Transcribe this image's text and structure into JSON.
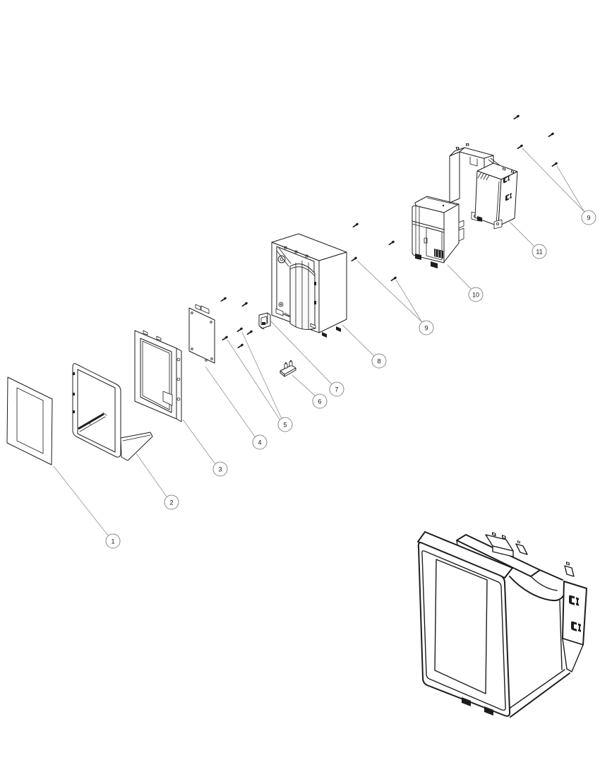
{
  "diagram": {
    "type": "exploded-view-parts-diagram",
    "background_color": "#ffffff",
    "line_color": "#1d1d1d",
    "leader_color": "#9a9a9a",
    "callout_stroke_color": "#8a8a8a",
    "parts": [
      {
        "number": "1",
        "name": "front-glass-panel"
      },
      {
        "number": "2",
        "name": "bezel-gasket-frame"
      },
      {
        "number": "3",
        "name": "display-mounting-frame"
      },
      {
        "number": "4",
        "name": "circuit-board"
      },
      {
        "number": "5",
        "name": "small-screws"
      },
      {
        "number": "6",
        "name": "small-bracket"
      },
      {
        "number": "7",
        "name": "retaining-clip"
      },
      {
        "number": "8",
        "name": "rear-housing"
      },
      {
        "number": "9",
        "name": "mounting-screws"
      },
      {
        "number": "10",
        "name": "side-module"
      },
      {
        "number": "11",
        "name": "connector-module-assembly"
      }
    ],
    "callouts": [
      {
        "label": "1"
      },
      {
        "label": "2"
      },
      {
        "label": "3"
      },
      {
        "label": "4"
      },
      {
        "label": "5"
      },
      {
        "label": "6"
      },
      {
        "label": "7"
      },
      {
        "label": "8"
      },
      {
        "label": "9"
      },
      {
        "label": "10"
      },
      {
        "label": "11"
      },
      {
        "label": "9"
      }
    ]
  }
}
